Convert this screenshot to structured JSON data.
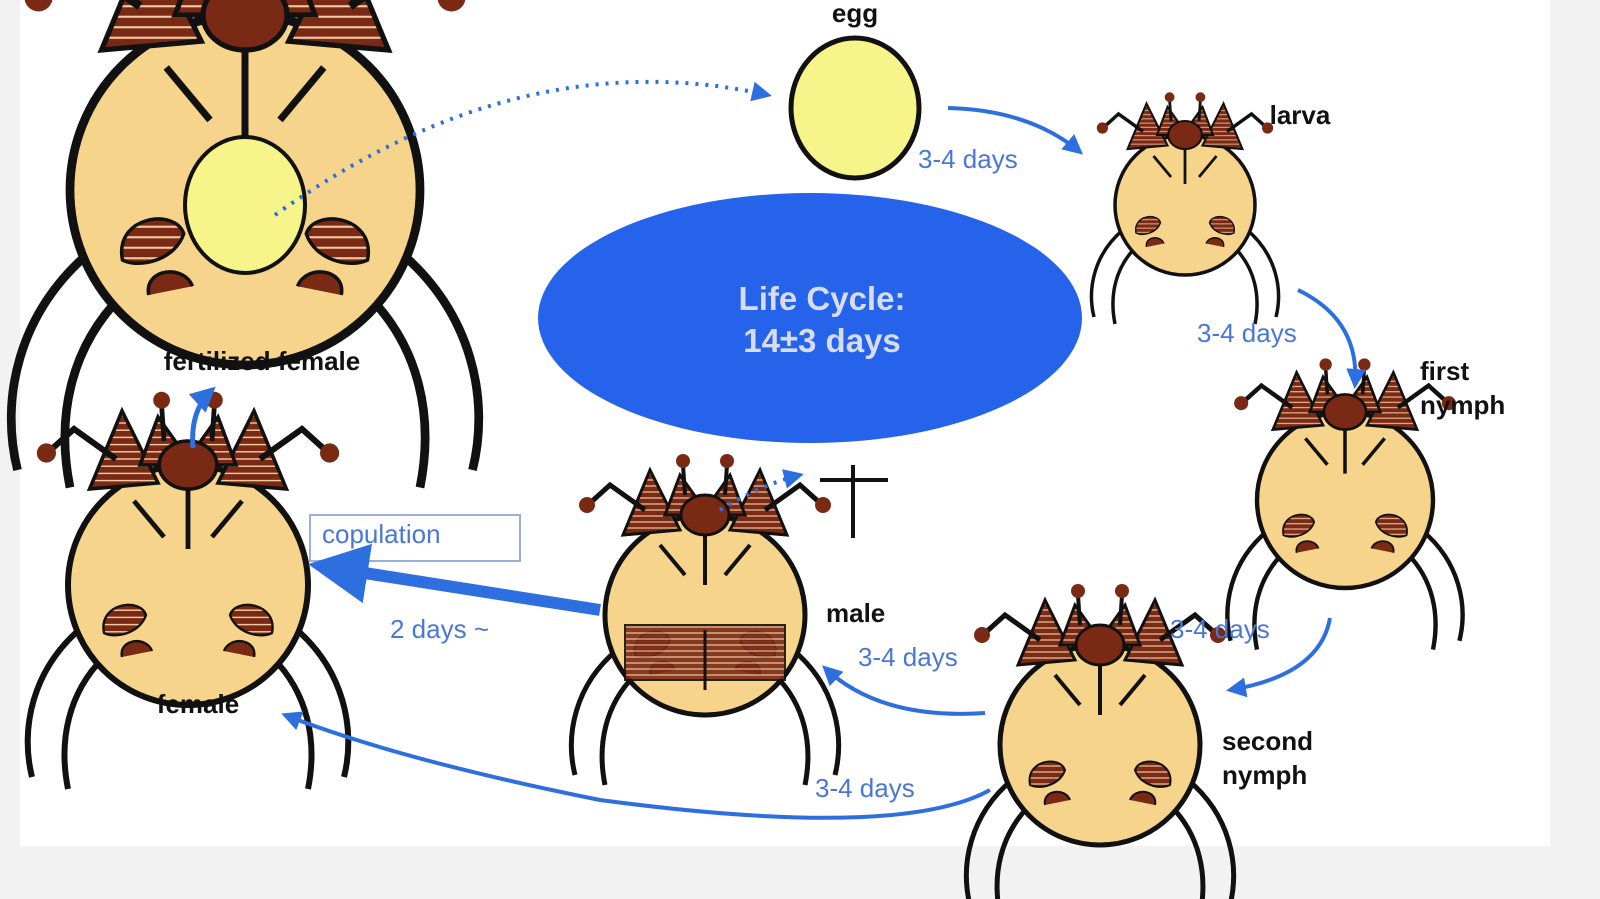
{
  "center": {
    "line1": "Life Cycle:",
    "line2": "14±3 days"
  },
  "stages": {
    "egg": "egg",
    "larva": "larva",
    "first_nymph_1": "first",
    "first_nymph_2": "nymph",
    "second_nymph_1": "second",
    "second_nymph_2": "nymph",
    "male": "male",
    "female": "female",
    "fertilized_female": "fertilized female"
  },
  "durations": {
    "egg_to_larva": "3-4 days",
    "larva_to_first": "3-4 days",
    "first_to_second": "3-4 days",
    "second_to_male": "3-4 days",
    "second_to_female": "3-4 days",
    "male_to_female": "2 days ~"
  },
  "copulation_label": "copulation",
  "colors": {
    "body": "#f6d48c",
    "brown": "#7a2a14",
    "egg": "#f7f48a",
    "arrow": "#2e6fe0",
    "center_fill": "#2563eb",
    "day_text": "#4a77d6"
  }
}
